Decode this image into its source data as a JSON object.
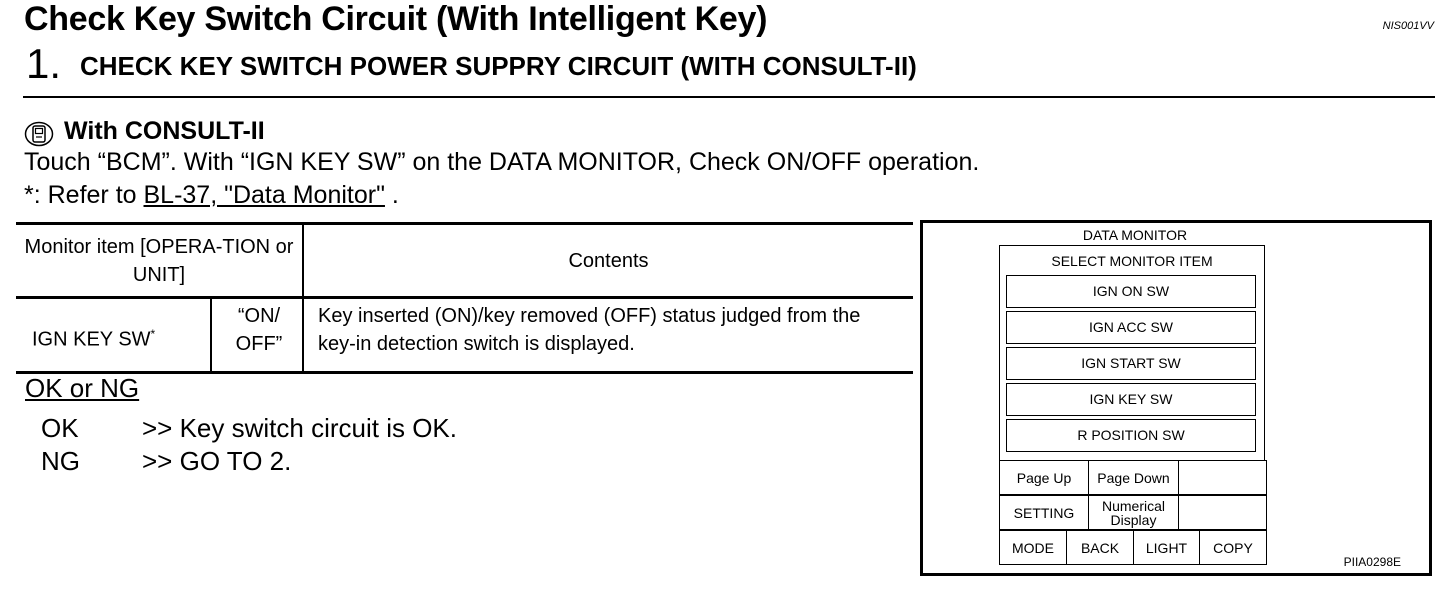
{
  "header": {
    "title": "Check Key Switch Circuit (With Intelligent Key)",
    "doc_id": "NIS001VV",
    "step_number": "1.",
    "step_title": "CHECK KEY SWITCH POWER SUPPRY CIRCUIT (WITH CONSULT-II)"
  },
  "consult": {
    "icon": "consult-tester-icon",
    "heading": "With CONSULT-II",
    "instruction": "Touch “BCM”. With “IGN KEY SW” on the DATA MONITOR, Check ON/OFF operation.",
    "refer_prefix": "*: Refer to ",
    "refer_link": "BL-37, \"Data Monitor\"",
    "refer_suffix": " ."
  },
  "monitor_table": {
    "header_item": "Monitor item [OPERA-TION or UNIT]",
    "header_contents": "Contents",
    "rows": [
      {
        "item": "IGN  KEY  SW",
        "item_mark": "*",
        "unit": "“ON/ OFF”",
        "contents": "Key inserted (ON)/key removed (OFF) status judged from the key-in detection switch is displayed."
      }
    ]
  },
  "result": {
    "label": "OK or NG",
    "ok_code": "OK",
    "ok_text": ">> Key switch circuit is OK.",
    "ng_code": "NG",
    "ng_text": ">> GO TO 2."
  },
  "screen": {
    "title": "DATA MONITOR",
    "subtitle": "SELECT MONITOR ITEM",
    "items": [
      "IGN ON SW",
      "IGN ACC SW",
      "IGN START SW",
      "IGN KEY SW",
      "R POSITION SW"
    ],
    "buttons": {
      "page_up": "Page Up",
      "page_down": "Page Down",
      "setting": "SETTING",
      "numerical": "Numerical Display",
      "mode": "MODE",
      "back": "BACK",
      "light": "LIGHT",
      "copy": "COPY"
    },
    "figure_code": "PIIA0298E"
  }
}
